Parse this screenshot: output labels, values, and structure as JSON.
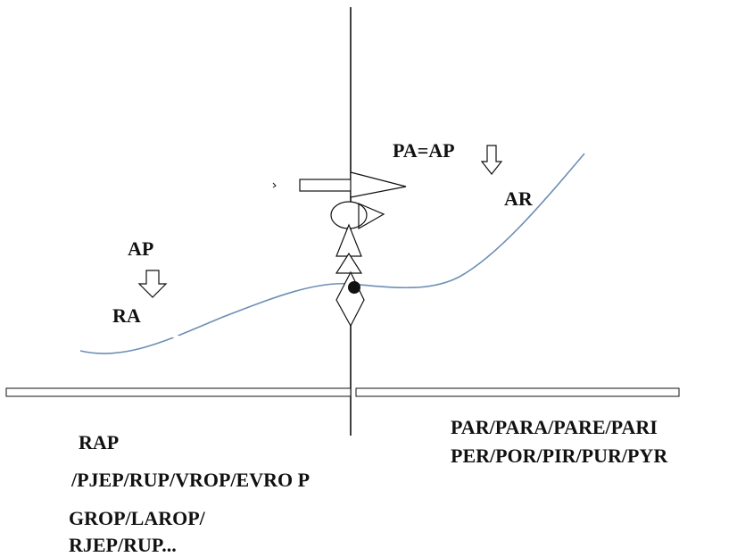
{
  "labels": {
    "top_formula": "PA=AP",
    "ar": "AR",
    "ap": "AP",
    "ra": "RA",
    "right_line1": "PAR/PARA/PARE/PARI",
    "right_line2": "PER/POR/PIR/PUR/PYR",
    "left_line1": "RAP",
    "left_line2": "/PJEP/RUP/VROP/EVRO P",
    "left_line3": "GROP/LAROP/",
    "left_line4": "RJEP/RUP..."
  },
  "colors": {
    "curve": "#6d8fb4",
    "stroke": "#111111",
    "background": "#ffffff"
  }
}
